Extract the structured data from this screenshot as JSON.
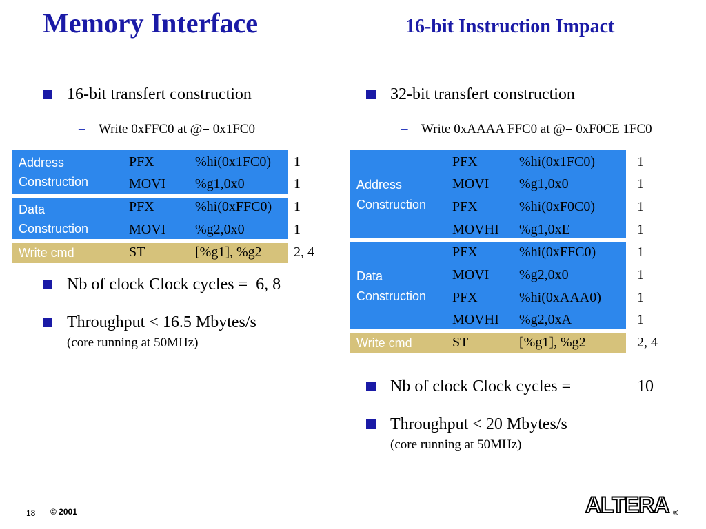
{
  "title": "Memory Interface",
  "subtitle": "16-bit Instruction Impact",
  "left": {
    "bullet1": "16-bit transfert construction",
    "sub1": "Write 0xFFC0 at @= 0x1FC0",
    "blocks": [
      {
        "label": [
          "Address",
          "Construction"
        ],
        "color": "#2d87ec",
        "rows": [
          {
            "op": "PFX",
            "arg": "%hi(0x1FC0)",
            "cycles": "1"
          },
          {
            "op": "MOVI",
            "arg": "%g1,0x0",
            "cycles": "1"
          }
        ]
      },
      {
        "label": [
          "Data",
          "Construction"
        ],
        "color": "#2d87ec",
        "rows": [
          {
            "op": "PFX",
            "arg": "%hi(0xFFC0)",
            "cycles": "1"
          },
          {
            "op": "MOVI",
            "arg": "%g2,0x0",
            "cycles": "1"
          }
        ]
      },
      {
        "label": [
          "Write cmd"
        ],
        "color": "#d6c27b",
        "rows": [
          {
            "op": "ST",
            "arg": "[%g1], %g2",
            "cycles": "2, 4"
          }
        ]
      }
    ],
    "bullet2": "Nb of clock Clock cycles =  6, 8",
    "bullet3": "Throughput < 16.5 Mbytes/s",
    "bullet3_note": "(core running at 50MHz)"
  },
  "right": {
    "bullet1": "32-bit transfert construction",
    "sub1": "Write 0xAAAA FFC0 at @= 0xF0CE 1FC0",
    "blocks": [
      {
        "label": [
          "Address",
          "Construction"
        ],
        "color": "#2d87ec",
        "rows": [
          {
            "op": "PFX",
            "arg": "%hi(0x1FC0)",
            "cycles": "1"
          },
          {
            "op": "MOVI",
            "arg": "%g1,0x0",
            "cycles": "1"
          },
          {
            "op": "PFX",
            "arg": "%hi(0xF0C0)",
            "cycles": "1"
          },
          {
            "op": "MOVHI",
            "arg": "%g1,0xE",
            "cycles": "1"
          }
        ]
      },
      {
        "label": [
          "Data",
          "Construction"
        ],
        "color": "#2d87ec",
        "rows": [
          {
            "op": "PFX",
            "arg": "%hi(0xFFC0)",
            "cycles": "1"
          },
          {
            "op": "MOVI",
            "arg": "%g2,0x0",
            "cycles": "1"
          },
          {
            "op": "PFX",
            "arg": "%hi(0xAAA0)",
            "cycles": "1"
          },
          {
            "op": "MOVHI",
            "arg": "%g2,0xA",
            "cycles": "1"
          }
        ]
      },
      {
        "label": [
          "Write cmd"
        ],
        "color": "#d6c27b",
        "rows": [
          {
            "op": "ST",
            "arg": "[%g1], %g2",
            "cycles": "2, 4"
          }
        ]
      }
    ],
    "bullet2": "Nb of clock Clock cycles =",
    "bullet2_value": "10",
    "bullet3": "Throughput < 20 Mbytes/s",
    "bullet3_note": "(core running at 50MHz)"
  },
  "footer": {
    "page_number": "18",
    "copyright": "© 2001",
    "logo_text": "ALTERA",
    "logo_mark": "®"
  }
}
